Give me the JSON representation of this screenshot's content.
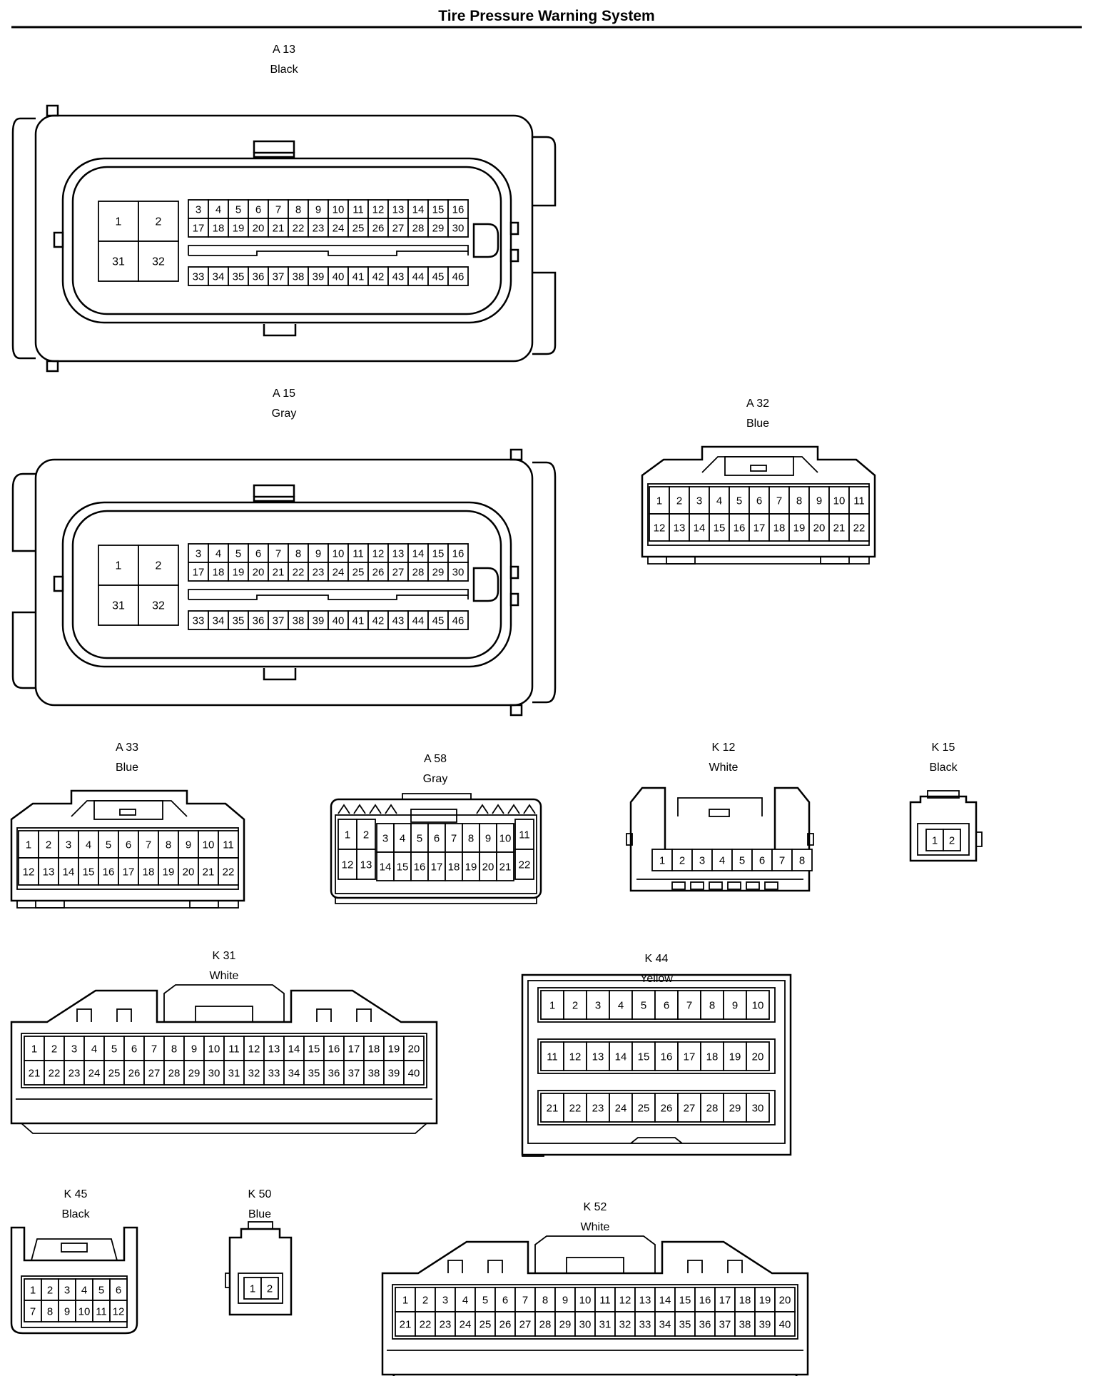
{
  "page": {
    "title": "Tire Pressure Warning System"
  },
  "connectors": [
    {
      "id": "A 13",
      "color": "Black",
      "groups": [
        {
          "rows": [
            [
              "1",
              "2"
            ],
            [
              "31",
              "32"
            ]
          ]
        },
        {
          "rows": [
            [
              "3",
              "4",
              "5",
              "6",
              "7",
              "8",
              "9",
              "10",
              "11",
              "12",
              "13",
              "14",
              "15",
              "16"
            ],
            [
              "17",
              "18",
              "19",
              "20",
              "21",
              "22",
              "23",
              "24",
              "25",
              "26",
              "27",
              "28",
              "29",
              "30"
            ]
          ]
        },
        {
          "rows": [
            [
              "33",
              "34",
              "35",
              "36",
              "37",
              "38",
              "39",
              "40",
              "41",
              "42",
              "43",
              "44",
              "45",
              "46"
            ]
          ]
        }
      ]
    },
    {
      "id": "A 15",
      "color": "Gray",
      "groups": [
        {
          "rows": [
            [
              "1",
              "2"
            ],
            [
              "31",
              "32"
            ]
          ]
        },
        {
          "rows": [
            [
              "3",
              "4",
              "5",
              "6",
              "7",
              "8",
              "9",
              "10",
              "11",
              "12",
              "13",
              "14",
              "15",
              "16"
            ],
            [
              "17",
              "18",
              "19",
              "20",
              "21",
              "22",
              "23",
              "24",
              "25",
              "26",
              "27",
              "28",
              "29",
              "30"
            ]
          ]
        },
        {
          "rows": [
            [
              "33",
              "34",
              "35",
              "36",
              "37",
              "38",
              "39",
              "40",
              "41",
              "42",
              "43",
              "44",
              "45",
              "46"
            ]
          ]
        }
      ]
    },
    {
      "id": "A 32",
      "color": "Blue",
      "groups": [
        {
          "rows": [
            [
              "1",
              "2",
              "3",
              "4",
              "5",
              "6",
              "7",
              "8",
              "9",
              "10",
              "11"
            ],
            [
              "12",
              "13",
              "14",
              "15",
              "16",
              "17",
              "18",
              "19",
              "20",
              "21",
              "22"
            ]
          ]
        }
      ]
    },
    {
      "id": "A 33",
      "color": "Blue",
      "groups": [
        {
          "rows": [
            [
              "1",
              "2",
              "3",
              "4",
              "5",
              "6",
              "7",
              "8",
              "9",
              "10",
              "11"
            ],
            [
              "12",
              "13",
              "14",
              "15",
              "16",
              "17",
              "18",
              "19",
              "20",
              "21",
              "22"
            ]
          ]
        }
      ]
    },
    {
      "id": "A 58",
      "color": "Gray",
      "groups": [
        {
          "rows": [
            [
              "1",
              "2"
            ],
            [
              "12",
              "13"
            ]
          ]
        },
        {
          "rows": [
            [
              "3",
              "4",
              "5",
              "6",
              "7",
              "8",
              "9",
              "10"
            ],
            [
              "14",
              "15",
              "16",
              "17",
              "18",
              "19",
              "20",
              "21"
            ]
          ]
        },
        {
          "rows": [
            [
              "11"
            ],
            [
              "22"
            ]
          ]
        }
      ]
    },
    {
      "id": "K 12",
      "color": "White",
      "groups": [
        {
          "rows": [
            [
              "1",
              "2",
              "3",
              "4",
              "5",
              "6",
              "7",
              "8"
            ]
          ]
        }
      ]
    },
    {
      "id": "K 15",
      "color": "Black",
      "groups": [
        {
          "rows": [
            [
              "1",
              "2"
            ]
          ]
        }
      ]
    },
    {
      "id": "K 31",
      "color": "White",
      "groups": [
        {
          "rows": [
            [
              "1",
              "2",
              "3",
              "4",
              "5",
              "6",
              "7",
              "8",
              "9",
              "10",
              "11",
              "12",
              "13",
              "14",
              "15",
              "16",
              "17",
              "18",
              "19",
              "20"
            ],
            [
              "21",
              "22",
              "23",
              "24",
              "25",
              "26",
              "27",
              "28",
              "29",
              "30",
              "31",
              "32",
              "33",
              "34",
              "35",
              "36",
              "37",
              "38",
              "39",
              "40"
            ]
          ]
        }
      ]
    },
    {
      "id": "K 44",
      "color": "Yellow",
      "groups": [
        {
          "rows": [
            [
              "1",
              "2",
              "3",
              "4",
              "5",
              "6",
              "7",
              "8",
              "9",
              "10"
            ]
          ]
        },
        {
          "rows": [
            [
              "11",
              "12",
              "13",
              "14",
              "15",
              "16",
              "17",
              "18",
              "19",
              "20"
            ]
          ]
        },
        {
          "rows": [
            [
              "21",
              "22",
              "23",
              "24",
              "25",
              "26",
              "27",
              "28",
              "29",
              "30"
            ]
          ]
        }
      ]
    },
    {
      "id": "K 45",
      "color": "Black",
      "groups": [
        {
          "rows": [
            [
              "1",
              "2",
              "3",
              "4",
              "5",
              "6"
            ],
            [
              "7",
              "8",
              "9",
              "10",
              "11",
              "12"
            ]
          ]
        }
      ]
    },
    {
      "id": "K 50",
      "color": "Blue",
      "groups": [
        {
          "rows": [
            [
              "1",
              "2"
            ]
          ]
        }
      ]
    },
    {
      "id": "K 52",
      "color": "White",
      "groups": [
        {
          "rows": [
            [
              "1",
              "2",
              "3",
              "4",
              "5",
              "6",
              "7",
              "8",
              "9",
              "10",
              "11",
              "12",
              "13",
              "14",
              "15",
              "16",
              "17",
              "18",
              "19",
              "20"
            ],
            [
              "21",
              "22",
              "23",
              "24",
              "25",
              "26",
              "27",
              "28",
              "29",
              "30",
              "31",
              "32",
              "33",
              "34",
              "35",
              "36",
              "37",
              "38",
              "39",
              "40"
            ]
          ]
        }
      ]
    }
  ]
}
